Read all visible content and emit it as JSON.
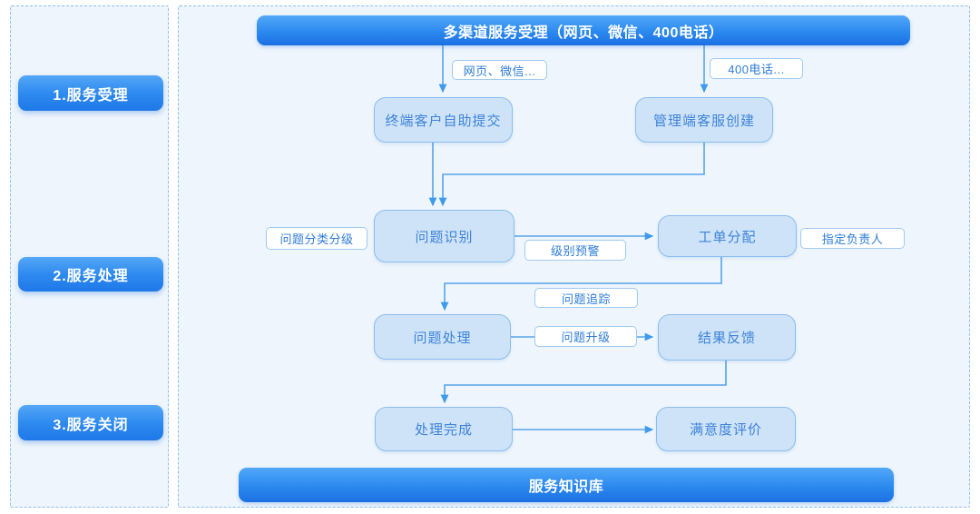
{
  "sidebar": {
    "stages": [
      {
        "id": "stage-1",
        "label": "1.服务受理"
      },
      {
        "id": "stage-2",
        "label": "2.服务处理"
      },
      {
        "id": "stage-3",
        "label": "3.服务关闭"
      }
    ]
  },
  "flow": {
    "top_banner": "多渠道服务受理（网页、微信、400电话）",
    "bottom_banner": "服务知识库",
    "nodes": [
      {
        "id": "terminal-self-submit",
        "label": "终端客户自助提交"
      },
      {
        "id": "admin-agent-create",
        "label": "管理端客服创建"
      },
      {
        "id": "issue-identify",
        "label": "问题识别"
      },
      {
        "id": "ticket-assign",
        "label": "工单分配"
      },
      {
        "id": "issue-handle",
        "label": "问题处理"
      },
      {
        "id": "result-feedback",
        "label": "结果反馈"
      },
      {
        "id": "handle-complete",
        "label": "处理完成"
      },
      {
        "id": "satisfaction-evaluate",
        "label": "满意度评价"
      }
    ],
    "tags": [
      {
        "id": "web-wechat",
        "label": "网页、微信..."
      },
      {
        "id": "phone-400",
        "label": "400电话..."
      },
      {
        "id": "issue-classify-grade",
        "label": "问题分类分级"
      },
      {
        "id": "level-warning",
        "label": "级别预警"
      },
      {
        "id": "assign-owner",
        "label": "指定负责人"
      },
      {
        "id": "issue-track",
        "label": "问题追踪"
      },
      {
        "id": "issue-escalate",
        "label": "问题升级"
      }
    ]
  },
  "colors": {
    "banner_gradient_top": "#52a8f8",
    "banner_gradient_bottom": "#1c70e2",
    "node_fill": "#cfe3f8",
    "node_border": "#8abdef",
    "node_text": "#3c83d8",
    "tag_border": "#a0caf1",
    "tag_text": "#2e7cd6",
    "connector": "#55a4ea",
    "panel_background": "#eef5fc",
    "panel_border": "#8fc1ee"
  }
}
